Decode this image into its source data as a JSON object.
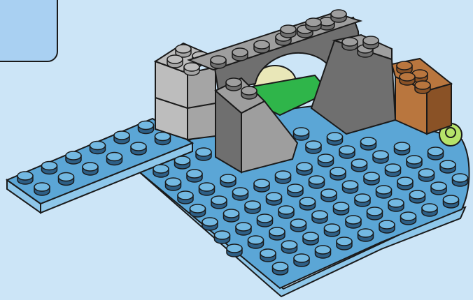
{
  "colors": {
    "background": "#cce5f7",
    "callout_box": "#a9d0f2",
    "plate_top": "#5ba6d6",
    "plate_side": "#8ec7ea",
    "stud_side": "#2d5f86",
    "stud_top": "#73b9e2",
    "dark_gray_top": "#9e9e9e",
    "dark_gray_face": "#6f6f6f",
    "light_gray": "#bdbdbd",
    "light_gray_face": "#a5a5a5",
    "brown": "#b9763e",
    "brown_side": "#8a5226",
    "green_tile": "#2fb54a",
    "lime_flower": "#b6e36a",
    "cream": "#e9e7b8",
    "outline": "#1a1a1a"
  },
  "illustration": {
    "parts": [
      "callout-box",
      "large-blue-plate",
      "narrow-blue-plate",
      "light-gray-brick-stack",
      "dark-gray-arch",
      "dark-gray-slope-left",
      "dark-gray-slope-right",
      "brown-brick",
      "green-tile",
      "lime-flower-plate"
    ]
  }
}
